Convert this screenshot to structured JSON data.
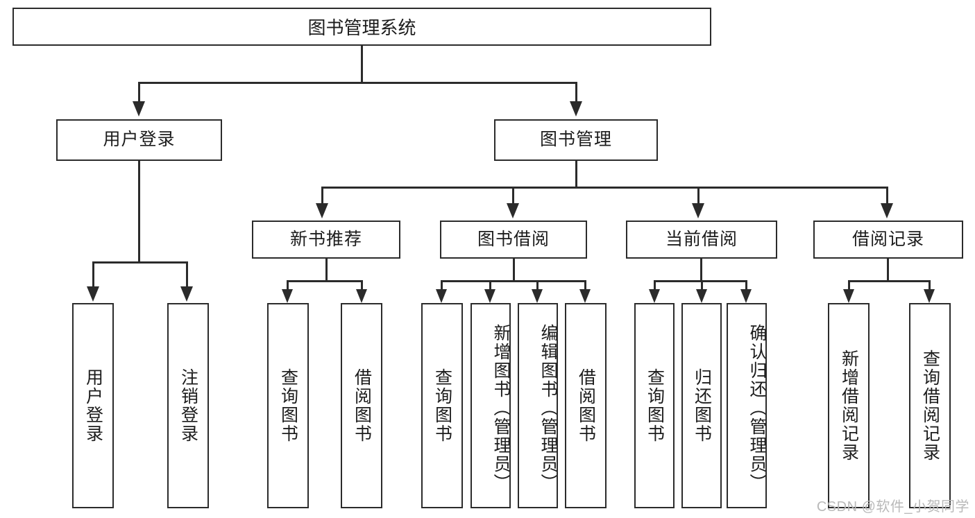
{
  "diagram": {
    "title": "图书管理系统",
    "type": "tree-hierarchy-diagram",
    "root": {
      "label": "图书管理系统"
    },
    "level1": [
      {
        "label": "用户登录"
      },
      {
        "label": "图书管理"
      }
    ],
    "level2": [
      {
        "label": "新书推荐"
      },
      {
        "label": "图书借阅"
      },
      {
        "label": "当前借阅"
      },
      {
        "label": "借阅记录"
      }
    ],
    "leaves": {
      "user_login": [
        {
          "label": "用户登录"
        },
        {
          "label": "注销登录"
        }
      ],
      "new_book_recommend": [
        {
          "label": "查询图书"
        },
        {
          "label": "借阅图书"
        }
      ],
      "book_borrow": [
        {
          "label": "查询图书"
        },
        {
          "label": "新增图书（管理员）"
        },
        {
          "label": "编辑图书（管理员）"
        },
        {
          "label": "借阅图书"
        }
      ],
      "current_borrow": [
        {
          "label": "查询图书"
        },
        {
          "label": "归还图书"
        },
        {
          "label": "确认归还（管理员）"
        }
      ],
      "borrow_record": [
        {
          "label": "新增借阅记录"
        },
        {
          "label": "查询借阅记录"
        }
      ]
    }
  },
  "watermark": {
    "text": "CSDN @软件_小贺同学"
  },
  "colors": {
    "stroke": "#2b2b2b",
    "background": "#ffffff",
    "text": "#1c1c1c",
    "watermark": "#b9b9b9"
  }
}
